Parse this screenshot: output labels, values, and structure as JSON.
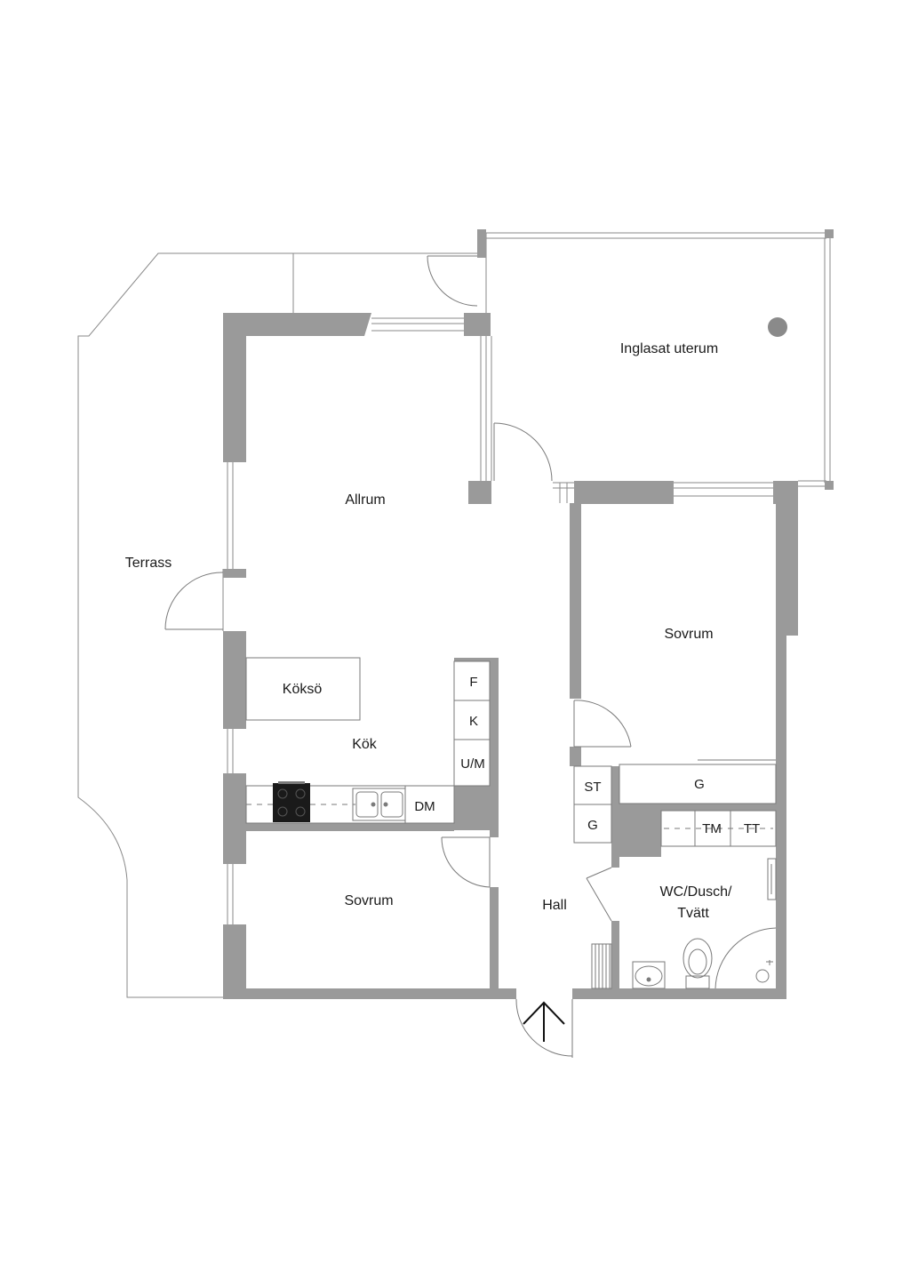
{
  "rooms": {
    "terrass": "Terrass",
    "uterum": "Inglasat uterum",
    "allrum": "Allrum",
    "kokso": "Köksö",
    "kok": "Kök",
    "sovrum_right": "Sovrum",
    "sovrum_left": "Sovrum",
    "hall": "Hall",
    "wc_line1": "WC/Dusch/",
    "wc_line2": "Tvätt"
  },
  "fixtures": {
    "fridge": "F",
    "freezer": "K",
    "oven_micro": "U/M",
    "dishwasher": "DM",
    "storage": "ST",
    "wardrobe_hall": "G",
    "wardrobe_bedroom": "G",
    "washer": "TM",
    "dryer": "TT"
  },
  "colors": {
    "wall": "#9a9a9a",
    "line": "#7a7a7a",
    "text": "#1a1a1a"
  },
  "icons": [
    "entrance-arrow-icon",
    "stove-icon",
    "sink-icon",
    "washbasin-icon",
    "toilet-icon",
    "floor-drain-icon"
  ]
}
